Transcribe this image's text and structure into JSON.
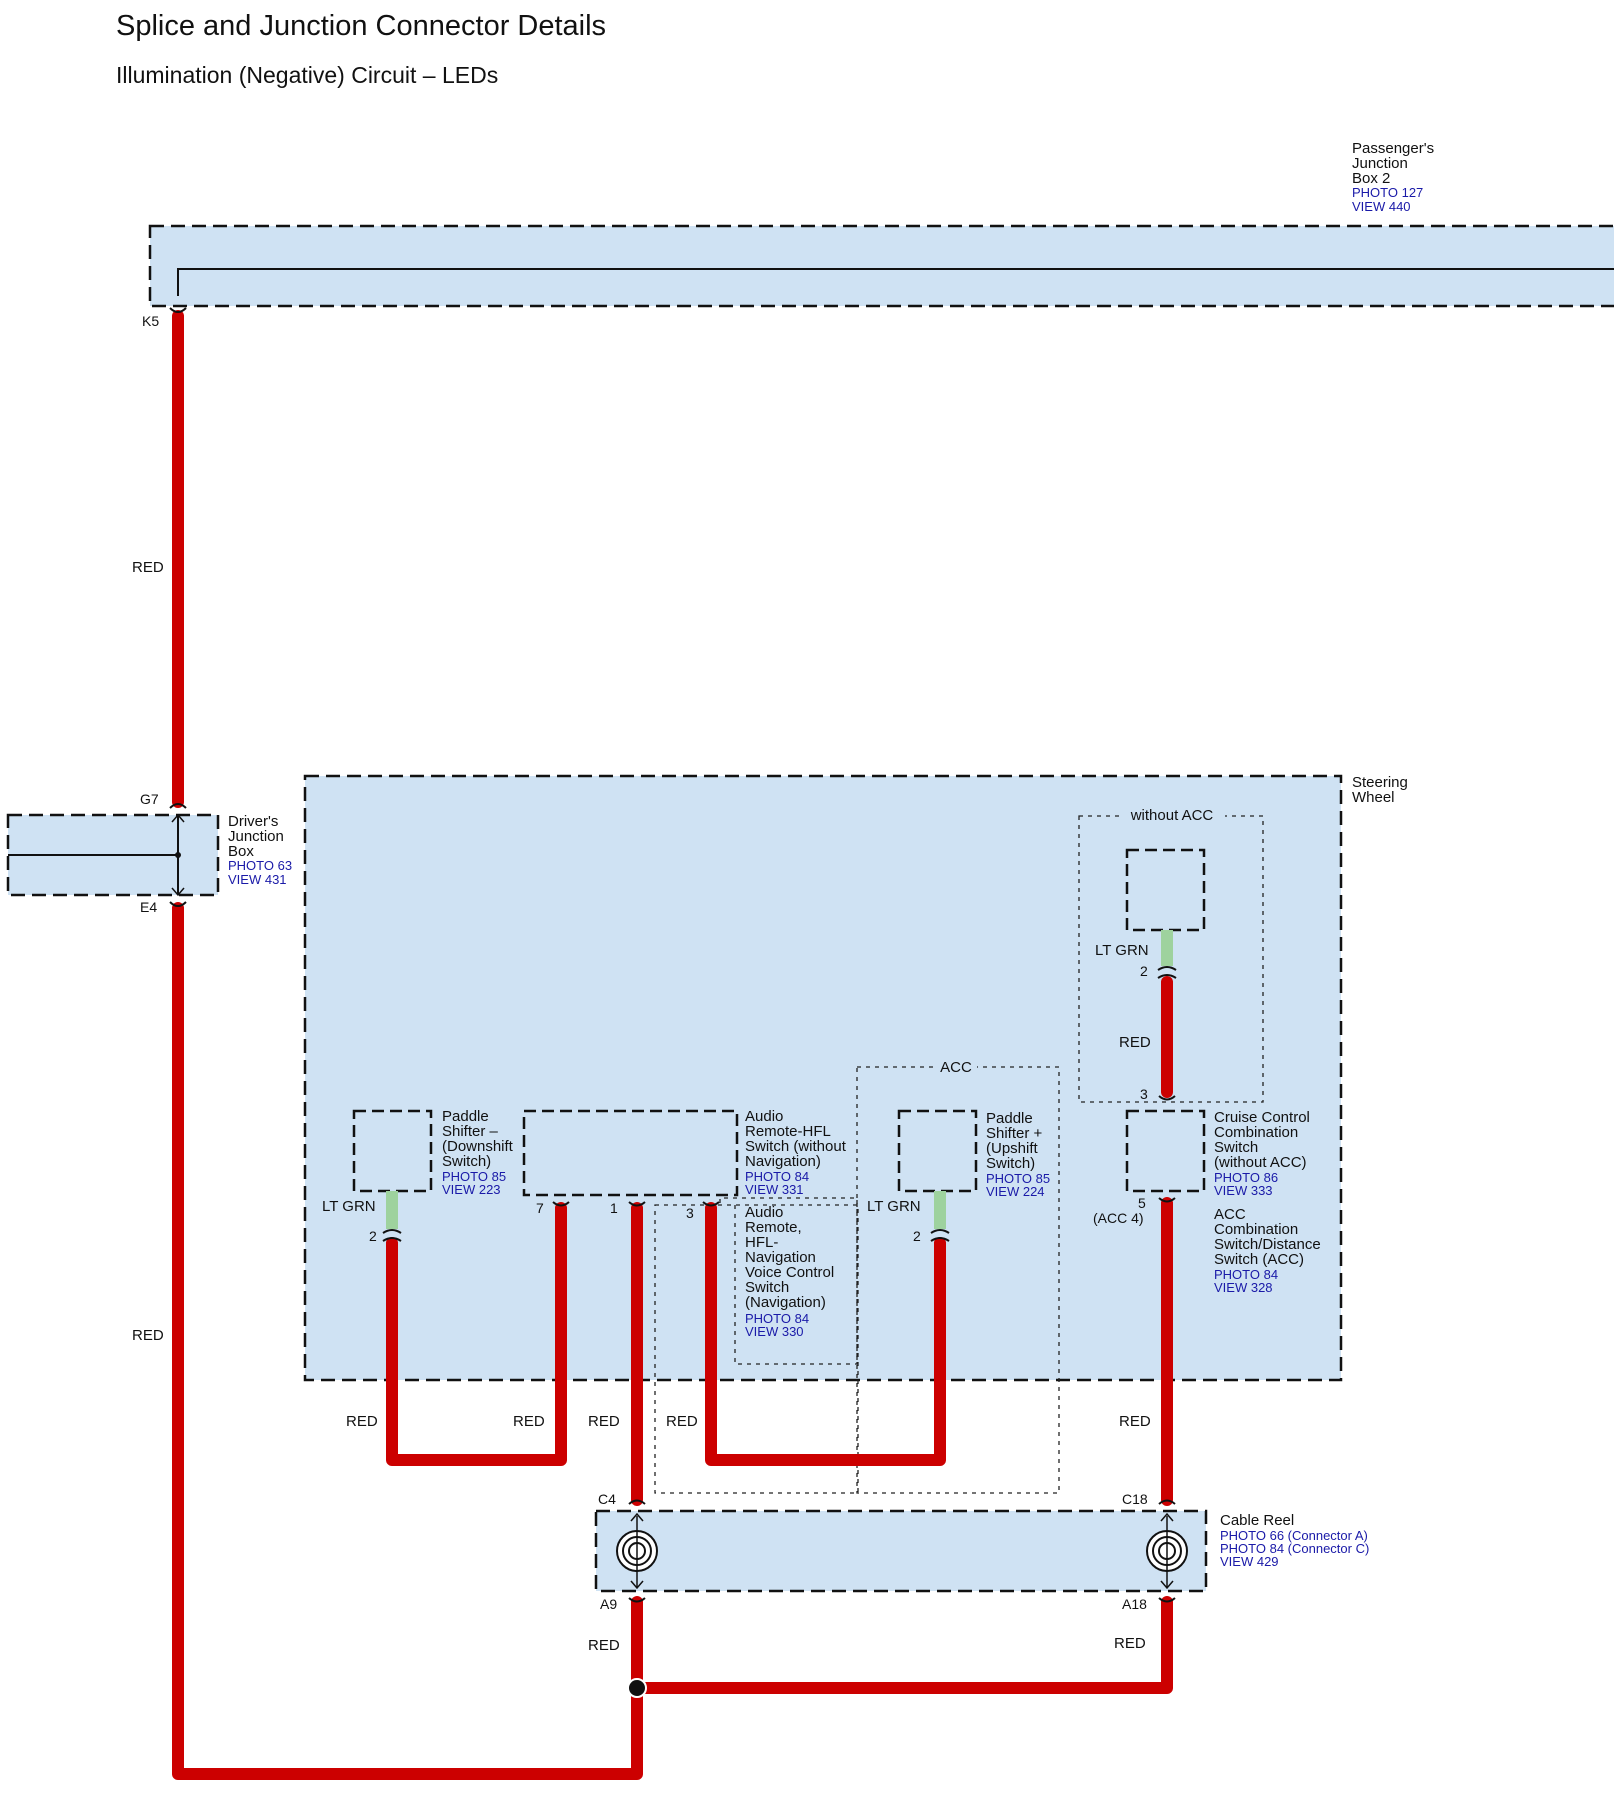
{
  "header": {
    "title": "Splice and Junction Connector Details",
    "subtitle": "Illumination (Negative) Circuit – LEDs"
  },
  "passenger_junction_box": {
    "name_lines": [
      "Passenger's",
      "Junction",
      "Box 2"
    ],
    "photo": "PHOTO 127",
    "view": "VIEW 440",
    "pin": "K5"
  },
  "drivers_junction_box": {
    "name_lines": [
      "Driver's",
      "Junction",
      "Box"
    ],
    "photo": "PHOTO 63",
    "view": "VIEW 431",
    "pin_top": "G7",
    "pin_bottom": "E4"
  },
  "steering_wheel": {
    "name_lines": [
      "Steering",
      "Wheel"
    ]
  },
  "paddle_downshift": {
    "name_lines": [
      "Paddle",
      "Shifter –",
      "(Downshift",
      "Switch)"
    ],
    "photo": "PHOTO 85",
    "view": "VIEW 223",
    "pin": "2",
    "wire": "LT GRN"
  },
  "audio_remote": {
    "name_lines": [
      "Audio",
      "Remote-HFL",
      "Switch (without",
      "Navigation)"
    ],
    "photo": "PHOTO 84",
    "view": "VIEW 331",
    "pins": [
      "7",
      "1",
      "3"
    ]
  },
  "audio_remote_nav": {
    "name_lines": [
      "Audio",
      "Remote,",
      "HFL-",
      "Navigation",
      "Voice Control",
      "Switch",
      "(Navigation)"
    ],
    "photo": "PHOTO 84",
    "view": "VIEW 330"
  },
  "acc_group": {
    "label": "ACC"
  },
  "paddle_upshift": {
    "name_lines": [
      "Paddle",
      "Shifter +",
      "(Upshift",
      "Switch)"
    ],
    "photo": "PHOTO 85",
    "view": "VIEW 224",
    "pin": "2",
    "wire": "LT GRN"
  },
  "without_acc_group": {
    "label": "without ACC",
    "wire": "LT GRN",
    "pin_top": "2",
    "wire_between": "RED",
    "pin_bottom": "3"
  },
  "cruise_control": {
    "name_lines": [
      "Cruise Control",
      "Combination",
      "Switch",
      "(without ACC)"
    ],
    "photo": "PHOTO 86",
    "view": "VIEW 333",
    "pin": "5",
    "pin_alt": "(ACC 4)"
  },
  "acc_combination": {
    "name_lines": [
      "ACC",
      "Combination",
      "Switch/Distance",
      "Switch (ACC)"
    ],
    "photo": "PHOTO 84",
    "view": "VIEW 328"
  },
  "cable_reel": {
    "name": "Cable Reel",
    "photo_a": "PHOTO 66 (Connector A)",
    "photo_c": "PHOTO 84 (Connector C)",
    "view": "VIEW 429",
    "pins": {
      "c4": "C4",
      "a9": "A9",
      "c18": "C18",
      "a18": "A18"
    }
  },
  "wire_labels": {
    "k5_to_g7": "RED",
    "e4_down": "RED",
    "paddle_down_loop": "RED",
    "pin7_loop": "RED",
    "pin1_to_c4": "RED",
    "pin3_loop": "RED",
    "cruise_to_c18": "RED",
    "a9_down": "RED",
    "a18_down": "RED"
  },
  "colors": {
    "wire_red": "#cc0000",
    "wire_lt_grn": "#9ed29e",
    "box_fill": "#cfe2f3",
    "ref_text": "#1a1aa8"
  }
}
